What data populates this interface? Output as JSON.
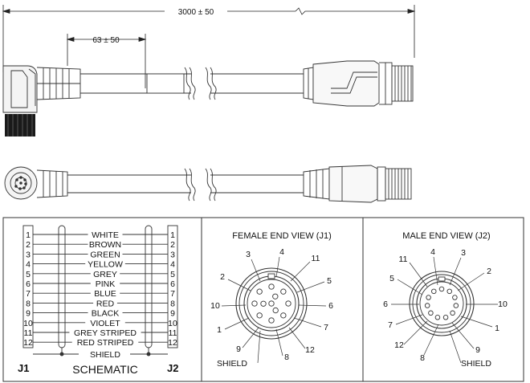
{
  "drawing": {
    "overall_length": "3000 ± 50",
    "label_offset": "63 ± 50"
  },
  "schematic": {
    "title": "SCHEMATIC",
    "j1": "J1",
    "j2": "J2",
    "wires": [
      {
        "pin": "1",
        "color": "WHITE"
      },
      {
        "pin": "2",
        "color": "BROWN"
      },
      {
        "pin": "3",
        "color": "GREEN"
      },
      {
        "pin": "4",
        "color": "YELLOW"
      },
      {
        "pin": "5",
        "color": "GREY"
      },
      {
        "pin": "6",
        "color": "PINK"
      },
      {
        "pin": "7",
        "color": "BLUE"
      },
      {
        "pin": "8",
        "color": "RED"
      },
      {
        "pin": "9",
        "color": "BLACK"
      },
      {
        "pin": "10",
        "color": "VIOLET"
      },
      {
        "pin": "11",
        "color": "GREY STRIPED"
      },
      {
        "pin": "12",
        "color": "RED STRIPED"
      }
    ],
    "shield": "SHIELD"
  },
  "female_view": {
    "title": "FEMALE END VIEW (J1)",
    "shield": "SHIELD",
    "labels": [
      "3",
      "4",
      "11",
      "2",
      "5",
      "10",
      "6",
      "1",
      "7",
      "9",
      "8",
      "12"
    ]
  },
  "male_view": {
    "title": "MALE END VIEW (J2)",
    "shield": "SHIELD",
    "labels": [
      "4",
      "3",
      "11",
      "2",
      "5",
      "6",
      "10",
      "7",
      "1",
      "12",
      "9",
      "8"
    ]
  }
}
